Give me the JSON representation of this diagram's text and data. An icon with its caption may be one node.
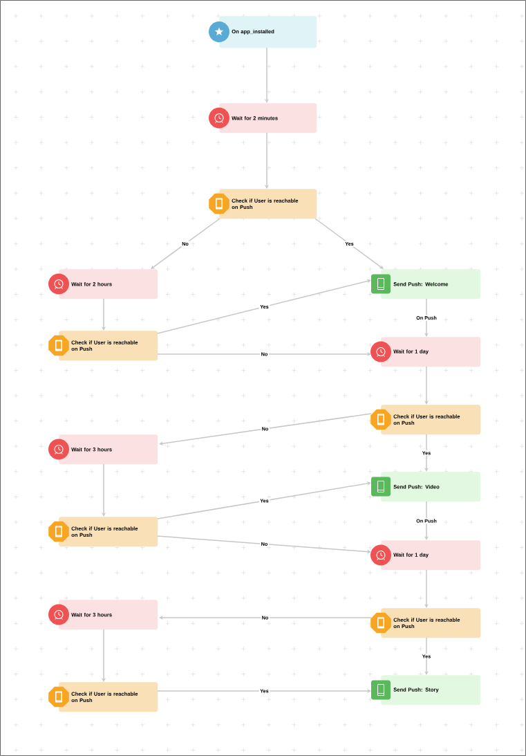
{
  "diagram": {
    "nodes": [
      {
        "text": [
          "On app_installed"
        ]
      },
      {
        "text": [
          "Wait for 2 minutes"
        ]
      },
      {
        "text": [
          "Check if User is reachable on Push"
        ]
      },
      {
        "text": [
          "Wait for 2 hours"
        ]
      },
      {
        "text": [
          "Send Push: Welcome"
        ]
      },
      {
        "text": [
          "Check if User is reachable on Push"
        ]
      },
      {
        "text": [
          "Wait for 1 day"
        ]
      },
      {
        "text": [
          "Check if User is reachable on Push"
        ]
      },
      {
        "text": [
          "Wait for 3 hours"
        ]
      },
      {
        "text": [
          "Send Push: Video"
        ]
      },
      {
        "text": [
          "Check if User is reachable on Push"
        ]
      },
      {
        "text": [
          "Wait for 1 day"
        ]
      },
      {
        "text": [
          "Wait for 3 hours"
        ]
      },
      {
        "text": [
          "Check if User is reachable on Push"
        ]
      },
      {
        "text": [
          "Check if User is reachable on Push"
        ]
      },
      {
        "text": [
          "Send Push: Story"
        ]
      }
    ],
    "edges": [
      {
        "from": 0,
        "to": 1,
        "arrow": "to"
      },
      {
        "from": 1,
        "to": 2,
        "arrow": "to"
      },
      {
        "from": 2,
        "to": 3,
        "arrow": "to",
        "label": "No"
      },
      {
        "from": 2,
        "to": 4,
        "arrow": "to",
        "label": "Yes"
      },
      {
        "from": 3,
        "to": 5,
        "arrow": "to"
      },
      {
        "from": 5,
        "to": 4,
        "arrow": "to",
        "label": "Yes"
      },
      {
        "from": 5,
        "to": 6,
        "arrow": "to",
        "label": "No"
      },
      {
        "from": 4,
        "to": 6,
        "arrow": "to",
        "label": "On Push"
      },
      {
        "from": 6,
        "to": 7,
        "arrow": "to"
      },
      {
        "from": 7,
        "to": 8,
        "arrow": "to",
        "label": "No"
      },
      {
        "from": 7,
        "to": 9,
        "arrow": "to",
        "label": "Yes"
      },
      {
        "from": 8,
        "to": 10,
        "arrow": "to"
      },
      {
        "from": 10,
        "to": 9,
        "arrow": "to",
        "label": "Yes"
      },
      {
        "from": 10,
        "to": 11,
        "arrow": "to",
        "label": "No"
      },
      {
        "from": 9,
        "to": 11,
        "arrow": "to",
        "label": "On Push"
      },
      {
        "from": 11,
        "to": 13,
        "arrow": "to"
      },
      {
        "from": 13,
        "to": 12,
        "arrow": "to",
        "label": "No"
      },
      {
        "from": 13,
        "to": 15,
        "arrow": "to",
        "label": "Yes"
      },
      {
        "from": 12,
        "to": 14,
        "arrow": "to"
      },
      {
        "from": 14,
        "to": 15,
        "arrow": "to",
        "label": "Yes"
      }
    ]
  }
}
